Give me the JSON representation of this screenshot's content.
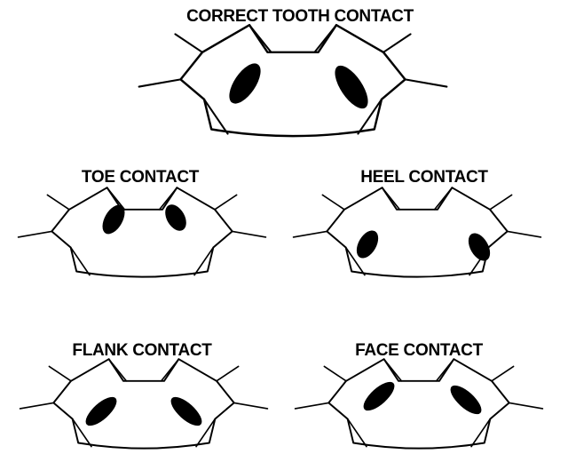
{
  "figure": {
    "panels": [
      {
        "title": "CORRECT TOOTH CONTACT"
      },
      {
        "title": "TOE CONTACT"
      },
      {
        "title": "HEEL CONTACT"
      },
      {
        "title": "FLANK CONTACT"
      },
      {
        "title": "FACE CONTACT"
      }
    ]
  }
}
